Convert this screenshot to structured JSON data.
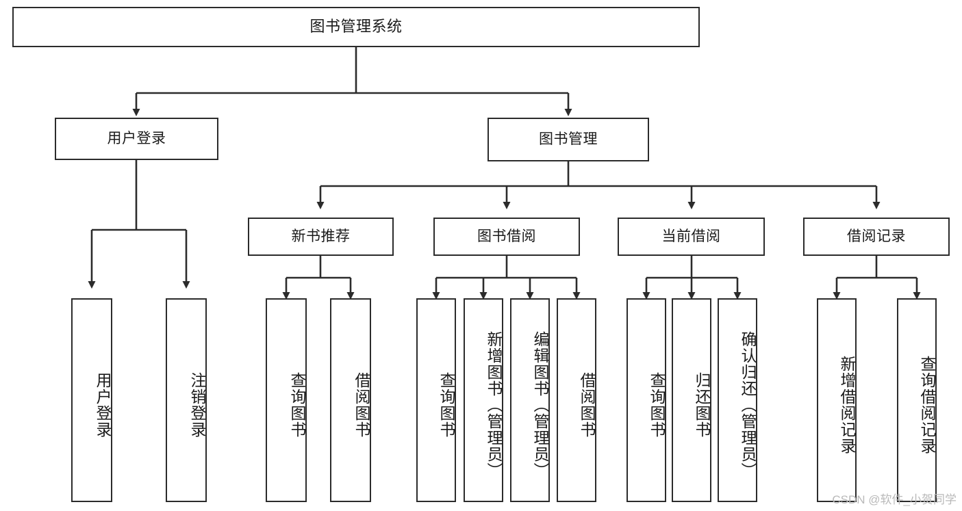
{
  "diagram": {
    "title": "图书管理系统",
    "type": "tree-hierarchy",
    "watermark": "CSDN @软件_小贺同学",
    "colors": {
      "box_border": "#2b2b2b",
      "box_fill": "#ffffff",
      "edge": "#2b2b2b",
      "text": "#1a1a1a",
      "watermark": "#b9b9b9"
    },
    "nodes": {
      "root": {
        "label": "图书管理系统"
      },
      "level1": [
        {
          "id": "user-login",
          "label": "用户登录"
        },
        {
          "id": "book-manage",
          "label": "图书管理"
        }
      ],
      "level2": [
        {
          "id": "new-book-rec",
          "label": "新书推荐"
        },
        {
          "id": "book-borrow",
          "label": "图书借阅"
        },
        {
          "id": "current-borrow",
          "label": "当前借阅"
        },
        {
          "id": "borrow-record",
          "label": "借阅记录"
        }
      ],
      "leaves": {
        "user_login": [
          {
            "id": "leaf-user-login",
            "label": "用户登录"
          },
          {
            "id": "leaf-logout",
            "label": "注销登录"
          }
        ],
        "new_book_rec": [
          {
            "id": "leaf-query-book-1",
            "label": "查询图书"
          },
          {
            "id": "leaf-borrow-book-1",
            "label": "借阅图书"
          }
        ],
        "book_borrow": [
          {
            "id": "leaf-query-book-2",
            "label": "查询图书"
          },
          {
            "id": "leaf-add-book",
            "label": "新增图书（管理员）"
          },
          {
            "id": "leaf-edit-book",
            "label": "编辑图书（管理员）"
          },
          {
            "id": "leaf-borrow-book-2",
            "label": "借阅图书"
          }
        ],
        "current_borrow": [
          {
            "id": "leaf-query-book-3",
            "label": "查询图书"
          },
          {
            "id": "leaf-return-book",
            "label": "归还图书"
          },
          {
            "id": "leaf-confirm-return",
            "label": "确认归还（管理员）"
          }
        ],
        "borrow_record": [
          {
            "id": "leaf-add-record",
            "label": "新增借阅记录"
          },
          {
            "id": "leaf-query-record",
            "label": "查询借阅记录"
          }
        ]
      }
    }
  }
}
